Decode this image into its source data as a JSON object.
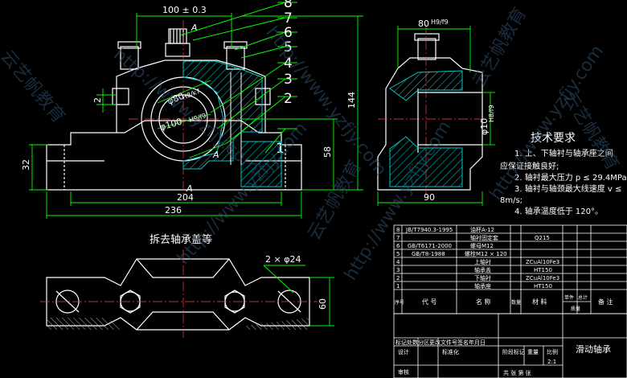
{
  "dims": {
    "d_100_03": "100 ± 0.3",
    "d_80": "80",
    "d_80_fit": "H9/f9",
    "d_2": "2",
    "d_144": "144",
    "d_58": "58",
    "d_32": "32",
    "d_204": "204",
    "d_236": "236",
    "d_90": "90",
    "d_60": "60",
    "d_phi24": "2 × φ24",
    "d_phi80": "φ80",
    "d_phi80_fit": "H8/k7",
    "d_phi100": "φ100",
    "d_phi100_fit": "H9/f9",
    "d_phi10": "φ10",
    "d_phi10_fit": "H8/f9",
    "sec_A": "A",
    "sec_A1": "A",
    "sec_A2": "A"
  },
  "balloons": [
    "8",
    "7",
    "6",
    "5",
    "4",
    "3",
    "2",
    "1"
  ],
  "view_title": "拆去轴承盖等",
  "tech_req": {
    "title": "技术要求",
    "lines": [
      "1. 上、下轴衬与轴承座之间",
      "应保证接触良好;",
      "2. 轴衬最大压力 p ≤ 29.4MPa;",
      "3. 轴衬与轴颈最大线速度 v ≤",
      "8m/s;",
      "4. 轴承温度低于 120°。"
    ]
  },
  "bom": {
    "rows": [
      {
        "no": "8",
        "code": "JB/T7940.3-1995",
        "name": "油杯A-12",
        "qty": "",
        "mat": ""
      },
      {
        "no": "7",
        "code": "",
        "name": "轴衬固定套",
        "qty": "",
        "mat": "Q215"
      },
      {
        "no": "6",
        "code": "GB/T6171-2000",
        "name": "螺母M12",
        "qty": "",
        "mat": ""
      },
      {
        "no": "5",
        "code": "GB/T8-1988",
        "name": "螺栓M12 × 120",
        "qty": "",
        "mat": ""
      },
      {
        "no": "4",
        "code": "",
        "name": "上轴衬",
        "qty": "",
        "mat": "ZCuAl10Fe3"
      },
      {
        "no": "3",
        "code": "",
        "name": "轴承盖",
        "qty": "",
        "mat": "HT150"
      },
      {
        "no": "2",
        "code": "",
        "name": "下轴衬",
        "qty": "",
        "mat": "ZCuAl10Fe3"
      },
      {
        "no": "1",
        "code": "",
        "name": "轴承座",
        "qty": "",
        "mat": "HT150"
      }
    ],
    "header": {
      "no": "序号",
      "code": "代 号",
      "name": "名 称",
      "qty": "数量",
      "mat": "材 料",
      "single": "单件",
      "total": "总计",
      "weight": "质量",
      "remark": "备 注"
    }
  },
  "title_block": {
    "rev_row": "标记处数分区更改文件号签名年月日",
    "design": "设计",
    "std": "标准化",
    "stage": "阶段标记",
    "weight": "重量",
    "scale": "比例",
    "scale_val": "2:1",
    "review": "审核",
    "sheets": "共 张 第 张",
    "drawing_name": "滑动轴承"
  },
  "watermarks": [
    "http://www.yzfjy.com",
    "云艺帆教育"
  ],
  "colors": {
    "green": "#00ff00",
    "white": "#ffffff",
    "cyan": "#00ffff",
    "yellow": "#ffff00",
    "hatch": "#00c8c8",
    "orange": "#ff7f00"
  }
}
